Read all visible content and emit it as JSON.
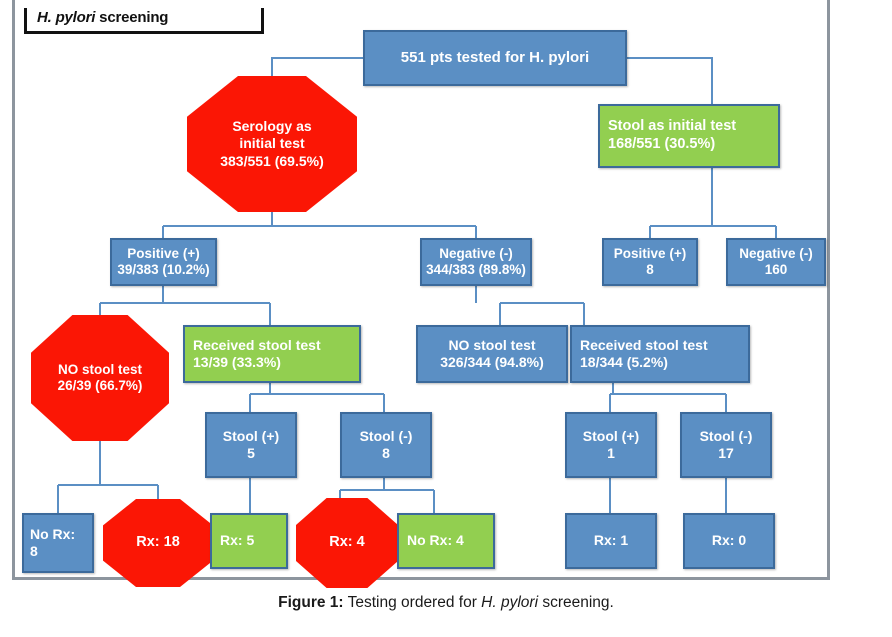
{
  "figure": {
    "title_prefix": "H. pylori",
    "title_suffix": " screening",
    "caption_label": "Figure 1:",
    "caption_text_1": " Testing ordered for ",
    "caption_italic": "H. pylori",
    "caption_text_2": " screening."
  },
  "colors": {
    "blue_fill": "#5b8fc4",
    "blue_border": "#3c6a9b",
    "green_fill": "#92cf50",
    "red_fill": "#fb1605",
    "connector": "#5b8fc4",
    "frame_border": "#8d959e",
    "text_on_fill": "#ffffff"
  },
  "chart_data": {
    "type": "diagram",
    "title": "Testing ordered for H. pylori screening",
    "nodes": [
      {
        "id": "root",
        "shape": "rect",
        "color": "blue",
        "lines": [
          "551 pts tested for H. pylori"
        ]
      },
      {
        "id": "serology",
        "shape": "octagon",
        "color": "red",
        "lines": [
          "Serology as",
          "initial test",
          "383/551 (69.5%)"
        ]
      },
      {
        "id": "stool-initial",
        "shape": "rect",
        "color": "green",
        "lines": [
          "Stool as initial test",
          "168/551 (30.5%)"
        ]
      },
      {
        "id": "sero-pos",
        "shape": "rect",
        "color": "blue",
        "lines": [
          "Positive (+)",
          "39/383 (10.2%)"
        ]
      },
      {
        "id": "sero-neg",
        "shape": "rect",
        "color": "blue",
        "lines": [
          "Negative (-)",
          "344/383 (89.8%)"
        ]
      },
      {
        "id": "stool-pos",
        "shape": "rect",
        "color": "blue",
        "lines": [
          "Positive (+)",
          "8"
        ]
      },
      {
        "id": "stool-neg",
        "shape": "rect",
        "color": "blue",
        "lines": [
          "Negative (-)",
          "160"
        ]
      },
      {
        "id": "no-stool-39",
        "shape": "octagon",
        "color": "red",
        "lines": [
          "NO stool test",
          "26/39 (66.7%)"
        ]
      },
      {
        "id": "recv-stool-39",
        "shape": "rect",
        "color": "green",
        "lines": [
          "Received stool test",
          "13/39 (33.3%)"
        ]
      },
      {
        "id": "no-stool-344",
        "shape": "rect",
        "color": "blue",
        "lines": [
          "NO stool test",
          "326/344 (94.8%)"
        ]
      },
      {
        "id": "recv-stool-344",
        "shape": "rect",
        "color": "blue",
        "lines": [
          "Received stool test",
          "18/344 (5.2%)"
        ]
      },
      {
        "id": "stoolp-5",
        "shape": "rect",
        "color": "blue",
        "lines": [
          "Stool (+)",
          "5"
        ]
      },
      {
        "id": "stooln-8",
        "shape": "rect",
        "color": "blue",
        "lines": [
          "Stool (-)",
          "8"
        ]
      },
      {
        "id": "stoolp-1",
        "shape": "rect",
        "color": "blue",
        "lines": [
          "Stool (+)",
          "1"
        ]
      },
      {
        "id": "stooln-17",
        "shape": "rect",
        "color": "blue",
        "lines": [
          "Stool (-)",
          "17"
        ]
      },
      {
        "id": "norx-8",
        "shape": "rect",
        "color": "blue",
        "lines": [
          "No Rx:",
          "8"
        ]
      },
      {
        "id": "rx-18",
        "shape": "octagon",
        "color": "red",
        "lines": [
          "Rx: 18"
        ]
      },
      {
        "id": "rx-5",
        "shape": "rect",
        "color": "green",
        "lines": [
          "Rx:  5"
        ]
      },
      {
        "id": "rx-4",
        "shape": "octagon",
        "color": "red",
        "lines": [
          "Rx: 4"
        ]
      },
      {
        "id": "norx-4",
        "shape": "rect",
        "color": "green",
        "lines": [
          "No Rx:  4"
        ]
      },
      {
        "id": "rx-1",
        "shape": "rect",
        "color": "blue",
        "lines": [
          "Rx: 1"
        ]
      },
      {
        "id": "rx-0",
        "shape": "rect",
        "color": "blue",
        "lines": [
          "Rx: 0"
        ]
      }
    ],
    "edges": [
      [
        "root",
        "serology"
      ],
      [
        "root",
        "stool-initial"
      ],
      [
        "serology",
        "sero-pos"
      ],
      [
        "serology",
        "sero-neg"
      ],
      [
        "stool-initial",
        "stool-pos"
      ],
      [
        "stool-initial",
        "stool-neg"
      ],
      [
        "sero-pos",
        "no-stool-39"
      ],
      [
        "sero-pos",
        "recv-stool-39"
      ],
      [
        "sero-neg",
        "no-stool-344"
      ],
      [
        "sero-neg",
        "recv-stool-344"
      ],
      [
        "recv-stool-39",
        "stoolp-5"
      ],
      [
        "recv-stool-39",
        "stooln-8"
      ],
      [
        "recv-stool-344",
        "stoolp-1"
      ],
      [
        "recv-stool-344",
        "stooln-17"
      ],
      [
        "no-stool-39",
        "norx-8"
      ],
      [
        "no-stool-39",
        "rx-18"
      ],
      [
        "stoolp-5",
        "rx-5"
      ],
      [
        "stooln-8",
        "rx-4"
      ],
      [
        "stooln-8",
        "norx-4"
      ],
      [
        "stoolp-1",
        "rx-1"
      ],
      [
        "stooln-17",
        "rx-0"
      ]
    ]
  },
  "nodes": {
    "root": {
      "l1": "551 pts tested for H. pylori"
    },
    "serology": {
      "l1": "Serology as",
      "l2": "initial test",
      "l3": "383/551 (69.5%)"
    },
    "stool_initial": {
      "l1": "Stool as initial test",
      "l2": "168/551 (30.5%)"
    },
    "sero_pos": {
      "l1": "Positive (+)",
      "l2": "39/383 (10.2%)"
    },
    "sero_neg": {
      "l1": "Negative (-)",
      "l2": "344/383 (89.8%)"
    },
    "stool_pos": {
      "l1": "Positive (+)",
      "l2": "8"
    },
    "stool_neg": {
      "l1": "Negative (-)",
      "l2": "160"
    },
    "no_stool_39": {
      "l1": "NO stool test",
      "l2": "26/39 (66.7%)"
    },
    "recv_stool_39": {
      "l1": "Received stool test",
      "l2": "13/39 (33.3%)"
    },
    "no_stool_344": {
      "l1": "NO stool test",
      "l2": "326/344 (94.8%)"
    },
    "recv_stool_344": {
      "l1": "Received stool test",
      "l2": "18/344 (5.2%)"
    },
    "stoolp_5": {
      "l1": "Stool (+)",
      "l2": "5"
    },
    "stooln_8": {
      "l1": "Stool (-)",
      "l2": "8"
    },
    "stoolp_1": {
      "l1": "Stool (+)",
      "l2": "1"
    },
    "stooln_17": {
      "l1": "Stool (-)",
      "l2": "17"
    },
    "norx_8": {
      "l1": "No Rx:",
      "l2": "8"
    },
    "rx_18": {
      "l1": "Rx: 18"
    },
    "rx_5": {
      "l1": "Rx:  5"
    },
    "rx_4": {
      "l1": "Rx: 4"
    },
    "norx_4": {
      "l1": "No Rx:  4"
    },
    "rx_1": {
      "l1": "Rx: 1"
    },
    "rx_0": {
      "l1": "Rx: 0"
    }
  }
}
